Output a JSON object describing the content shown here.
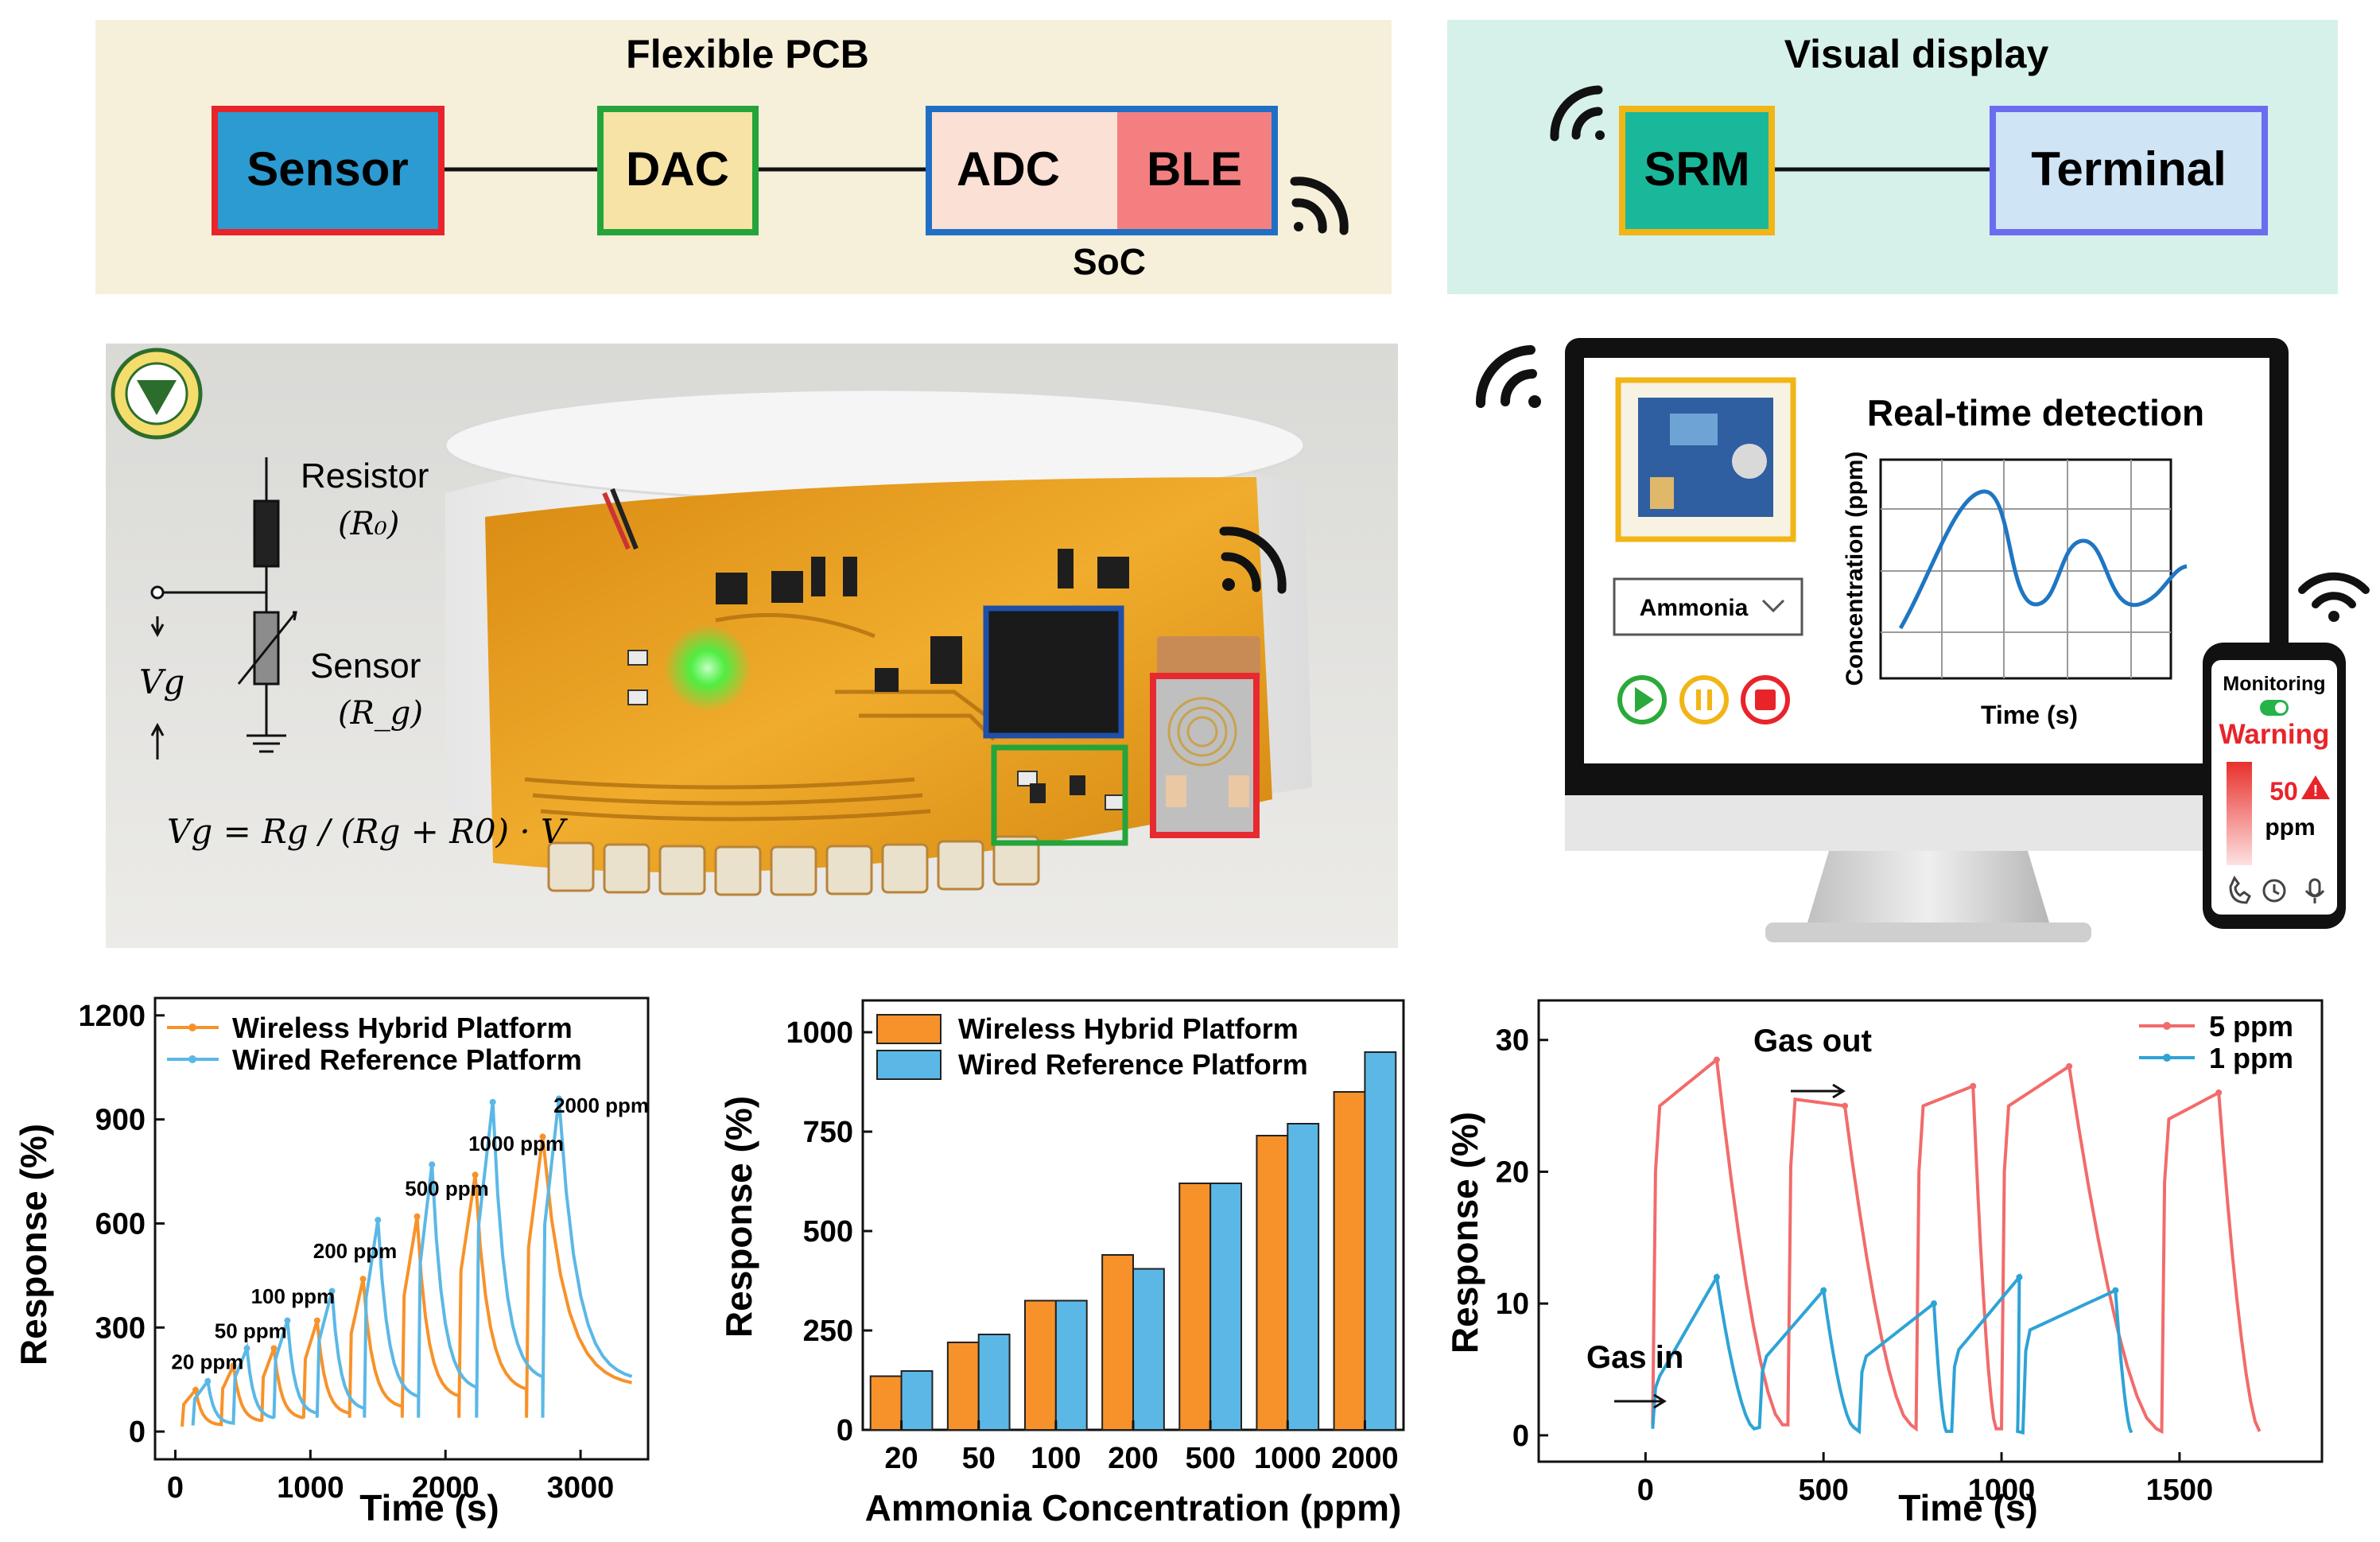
{
  "flow": {
    "pcb_title": "Flexible PCB",
    "sensor": "Sensor",
    "dac": "DAC",
    "adc": "ADC",
    "ble": "BLE",
    "soc": "SoC",
    "display_title": "Visual display",
    "srm": "SRM",
    "terminal": "Terminal"
  },
  "photo": {
    "resistor_label": "Resistor",
    "resistor_symbol": "(R₀)",
    "sensor_label": "Sensor",
    "sensor_symbol": "(R_g)",
    "vg_label": "Vg",
    "equation": "Vg = Rg / (Rg + R0) · V"
  },
  "monitor": {
    "title": "Real-time detection",
    "ylabel": "Concentration (ppm)",
    "xlabel": "Time (s)",
    "dropdown": "Ammonia"
  },
  "phone": {
    "monitoring": "Monitoring",
    "warning": "Warning",
    "value": "50",
    "unit": "ppm"
  },
  "colors": {
    "orange": "#f7922a",
    "blue": "#5bb8e6",
    "red": "#f26b6b",
    "blue2": "#2ea3d6",
    "sensor_fill": "#2b9bd1",
    "teal_fill": "#1ab89a",
    "pcb_bg": "#f6f0da",
    "display_bg": "#d6f1ea"
  },
  "chart_data": [
    {
      "type": "line",
      "xlabel": "Time (s)",
      "ylabel": "Response (%)",
      "xlim": [
        -150,
        3500
      ],
      "ylim": [
        -80,
        1250
      ],
      "xticks": [
        0,
        1000,
        2000,
        3000
      ],
      "yticks": [
        0,
        300,
        600,
        900,
        1200
      ],
      "legend": "top-left",
      "series": [
        {
          "name": "Wireless Hybrid Platform",
          "pulses": [
            [
              50,
              150,
              120
            ],
            [
              340,
              430,
              190
            ],
            [
              640,
              730,
              240
            ],
            [
              950,
              1050,
              320
            ],
            [
              1290,
              1390,
              440
            ],
            [
              1680,
              1790,
              620
            ],
            [
              2100,
              2220,
              740
            ],
            [
              2600,
              2720,
              850
            ]
          ]
        },
        {
          "name": "Wired Reference Platform",
          "pulses": [
            [
              130,
              240,
              145
            ],
            [
              430,
              530,
              240
            ],
            [
              730,
              830,
              320
            ],
            [
              1050,
              1160,
              405
            ],
            [
              1400,
              1500,
              610
            ],
            [
              1800,
              1900,
              770
            ],
            [
              2230,
              2350,
              950
            ],
            [
              2720,
              2840,
              960
            ]
          ]
        }
      ],
      "annotations": [
        "20 ppm",
        "50 ppm",
        "100 ppm",
        "200 ppm",
        "500 ppm",
        "1000 ppm",
        "2000 ppm"
      ]
    },
    {
      "type": "bar",
      "xlabel": "Ammonia Concentration (ppm)",
      "ylabel": "Response (%)",
      "ylim": [
        0,
        1080
      ],
      "yticks": [
        0,
        250,
        500,
        750,
        1000
      ],
      "legend": "top-left",
      "categories": [
        "20",
        "50",
        "100",
        "200",
        "500",
        "1000",
        "2000"
      ],
      "series": [
        {
          "name": "Wireless Hybrid Platform",
          "values": [
            135,
            220,
            325,
            440,
            620,
            740,
            850
          ]
        },
        {
          "name": "Wired Reference Platform",
          "values": [
            148,
            240,
            325,
            405,
            620,
            770,
            950
          ]
        }
      ]
    },
    {
      "type": "line",
      "xlabel": "Time (s)",
      "ylabel": "Response (%)",
      "xlim": [
        -300,
        1900
      ],
      "ylim": [
        -2,
        33
      ],
      "xticks": [
        0,
        500,
        1000,
        1500
      ],
      "yticks": [
        0,
        10,
        20,
        30
      ],
      "legend": "top-right",
      "series": [
        {
          "name": "5 ppm",
          "cycles": [
            [
              20,
              200,
              25,
              28.5,
              0.8
            ],
            [
              400,
              560,
              25.5,
              25,
              0.8
            ],
            [
              760,
              920,
              25,
              26.5,
              0.5
            ],
            [
              1000,
              1190,
              25,
              28,
              0.5
            ],
            [
              1450,
              1610,
              24,
              26,
              0.3
            ]
          ],
          "end": 1740
        },
        {
          "name": "1 ppm",
          "cycles": [
            [
              20,
              200,
              4.5,
              12,
              0.5
            ],
            [
              320,
              500,
              6,
              11,
              0.6
            ],
            [
              600,
              810,
              6,
              10,
              0.3
            ],
            [
              860,
              1050,
              6.5,
              12,
              0.3
            ],
            [
              1060,
              1320,
              8,
              11,
              0.2
            ]
          ],
          "end": 1380
        }
      ],
      "annotations": [
        "Gas out",
        "Gas in"
      ]
    }
  ]
}
